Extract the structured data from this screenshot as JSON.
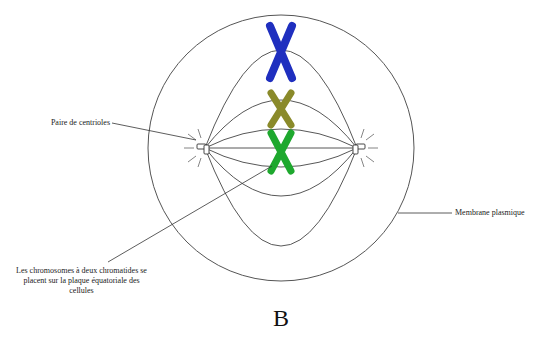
{
  "diagram": {
    "labels": [
      "Paire de centrioles",
      "Membrane plasmique",
      "Les chromosomes à deux chromatides se placent sur la plaque équatoriale des cellules",
      "B"
    ]
  }
}
